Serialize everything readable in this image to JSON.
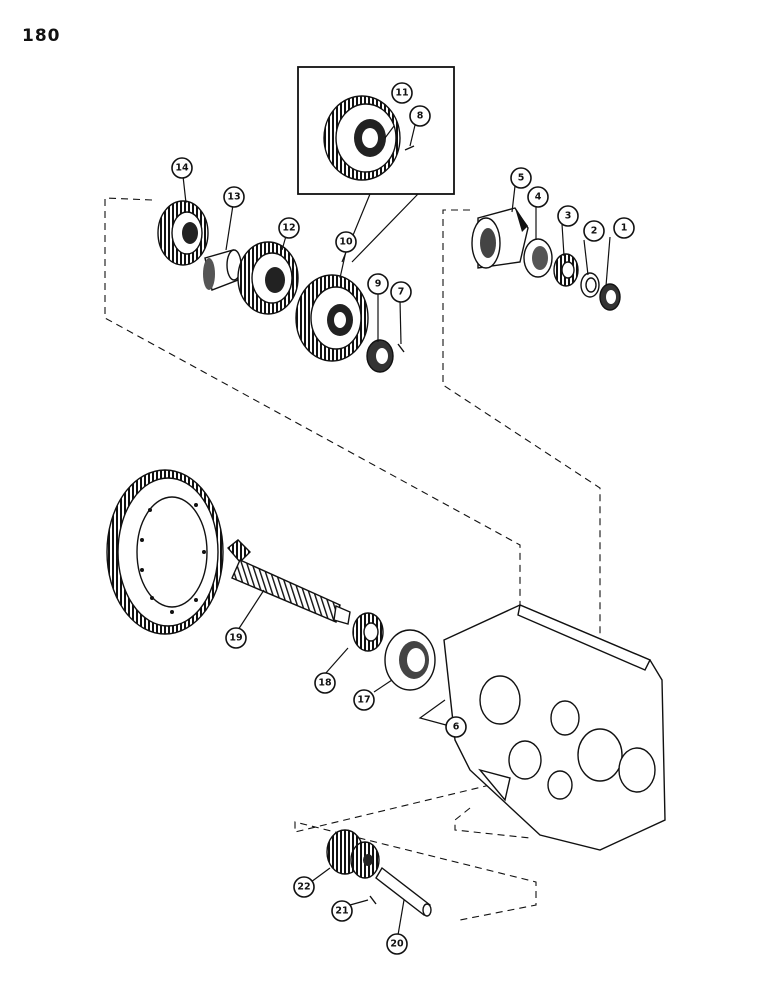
{
  "page_number": "180",
  "callouts": [
    {
      "id": "1",
      "label": "1"
    },
    {
      "id": "2",
      "label": "2"
    },
    {
      "id": "3",
      "label": "3"
    },
    {
      "id": "4",
      "label": "4"
    },
    {
      "id": "5",
      "label": "5"
    },
    {
      "id": "6",
      "label": "6"
    },
    {
      "id": "7",
      "label": "7"
    },
    {
      "id": "8",
      "label": "8"
    },
    {
      "id": "9",
      "label": "9"
    },
    {
      "id": "10",
      "label": "10"
    },
    {
      "id": "11",
      "label": "11"
    },
    {
      "id": "12",
      "label": "12"
    },
    {
      "id": "13",
      "label": "13"
    },
    {
      "id": "14",
      "label": "14"
    },
    {
      "id": "17",
      "label": "17"
    },
    {
      "id": "18",
      "label": "18"
    },
    {
      "id": "19",
      "label": "19"
    },
    {
      "id": "20",
      "label": "20"
    },
    {
      "id": "21",
      "label": "21"
    },
    {
      "id": "22",
      "label": "22"
    }
  ]
}
